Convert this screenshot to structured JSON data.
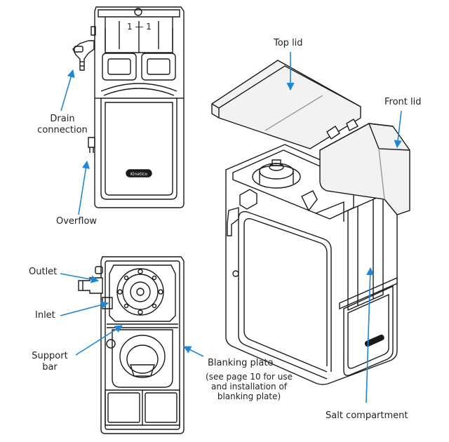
{
  "labels": {
    "top_lid": "Top lid",
    "front_lid": "Front lid",
    "drain_line1": "Drain",
    "drain_line2": "connection",
    "overflow": "Overflow",
    "outlet": "Outlet",
    "inlet": "Inlet",
    "support_line1": "Support",
    "support_line2": "bar",
    "blanking_plate": "Blanking plate",
    "note_line1": "(see page 10 for use",
    "note_line2": "and installation of",
    "note_line3": "blanking plate)",
    "salt_compartment": "Salt compartment"
  },
  "unit_markings": {
    "position_mark": "1 — 1",
    "brand": "Kinetico"
  },
  "colors": {
    "line": "#1a1a1a",
    "arrow": "#1e88d6",
    "lid_fill": "#f2f2f2"
  }
}
